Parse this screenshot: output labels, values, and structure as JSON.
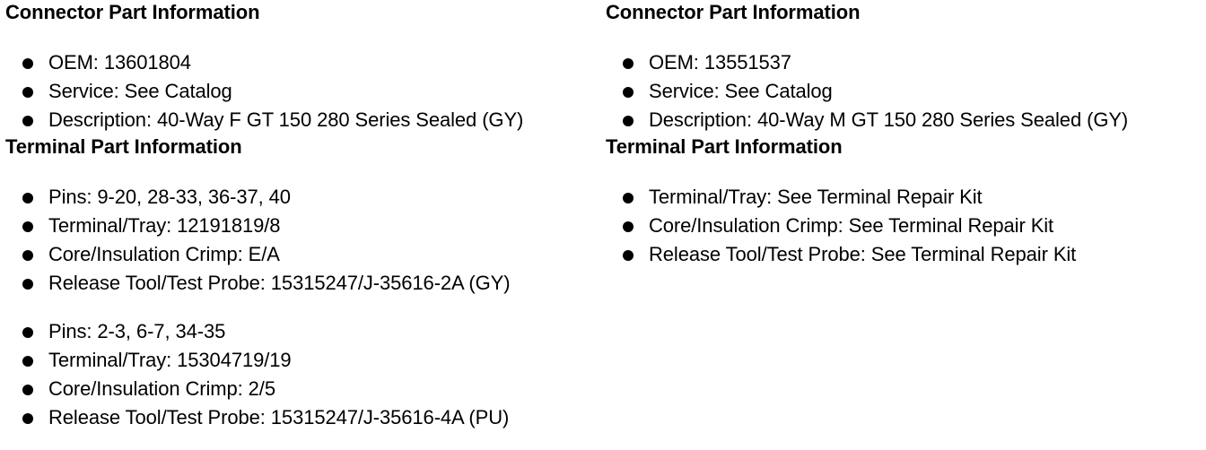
{
  "left": {
    "connector_heading": "Connector Part Information",
    "connector_items": [
      "OEM: 13601804",
      "Service: See Catalog",
      "Description: 40-Way F GT 150 280 Series Sealed (GY)"
    ],
    "terminal_heading": "Terminal Part Information",
    "terminal_group_1": [
      "Pins: 9-20, 28-33, 36-37, 40",
      "Terminal/Tray: 12191819/8",
      "Core/Insulation Crimp: E/A",
      "Release Tool/Test Probe: 15315247/J-35616-2A (GY)"
    ],
    "terminal_group_2": [
      "Pins: 2-3, 6-7, 34-35",
      "Terminal/Tray: 15304719/19",
      "Core/Insulation Crimp: 2/5",
      "Release Tool/Test Probe: 15315247/J-35616-4A (PU)"
    ]
  },
  "right": {
    "connector_heading": "Connector Part Information",
    "connector_items": [
      "OEM: 13551537",
      "Service: See Catalog",
      "Description: 40-Way M GT 150 280 Series Sealed (GY)"
    ],
    "terminal_heading": "Terminal Part Information",
    "terminal_group_1": [
      "Terminal/Tray: See Terminal Repair Kit",
      "Core/Insulation Crimp: See Terminal Repair Kit",
      "Release Tool/Test Probe: See Terminal Repair Kit"
    ]
  }
}
